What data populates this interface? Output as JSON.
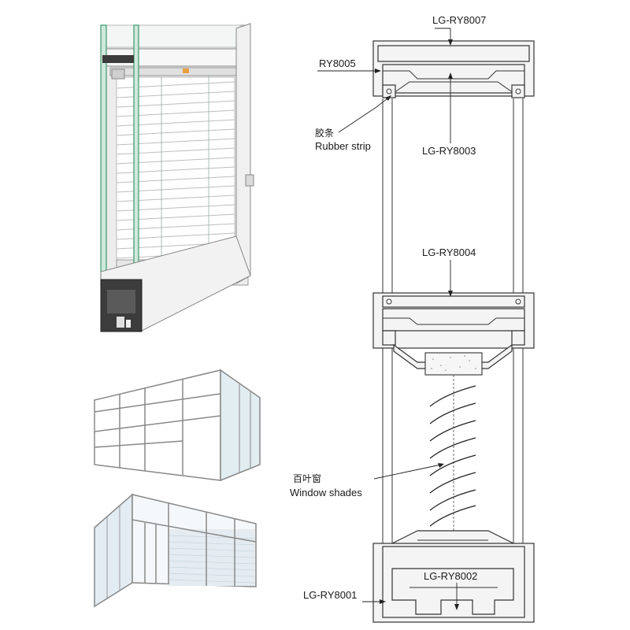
{
  "labels": {
    "top_profile": "LG-RY8007",
    "side_profile": "RY8005",
    "rubber_strip_cn": "胶条",
    "rubber_strip_en": "Rubber strip",
    "upper_glass_profile": "LG-RY8003",
    "mid_profile": "LG-RY8004",
    "shades_cn": "百叶窗",
    "shades_en": "Window shades",
    "bottom_inner_profile": "LG-RY8002",
    "bottom_profile": "LG-RY8001"
  },
  "colors": {
    "glass": "#dfeee8",
    "glass_edge": "#4a8a6a",
    "aluminum": "#e8e8e8",
    "line": "#333333"
  }
}
